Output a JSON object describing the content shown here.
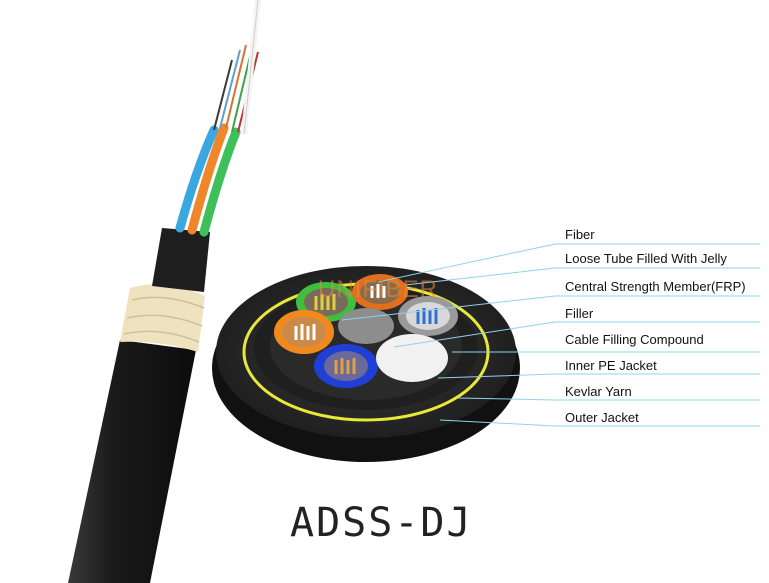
{
  "title": "ADSS-DJ",
  "watermark": "UNIFIBER",
  "labels": {
    "fiber": "Fiber",
    "loose_tube": "Loose Tube Filled With Jelly",
    "central_member": "Central Strength Member(FRP)",
    "filler": "Filler",
    "filling_compound": "Cable Filling Compound",
    "inner_jacket": "Inner PE Jacket",
    "kevlar": "Kevlar Yarn",
    "outer_jacket": "Outer Jacket"
  },
  "colors": {
    "jacket": "#1c1c1c",
    "kevlar": "#f2e6c8",
    "yellow_ring": "#e8e83a",
    "tube_green": "#3fbf3f",
    "tube_orange": "#f08a1e",
    "tube_blue": "#1f3fd6",
    "tube_grey": "#8a8a8a",
    "leader": "#8fd3ea"
  }
}
